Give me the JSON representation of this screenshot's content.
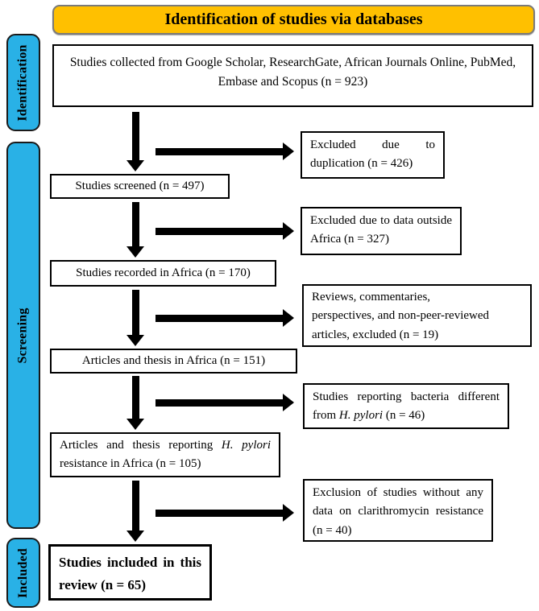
{
  "colors": {
    "accent_blue": "#29b1e6",
    "accent_yellow": "#ffc000"
  },
  "header": {
    "title": "Identification of studies via databases"
  },
  "sidebar": [
    {
      "label": "Identification"
    },
    {
      "label": "Screening"
    },
    {
      "label": "Included"
    }
  ],
  "main": {
    "collected": "Studies collected from Google Scholar, ResearchGate, African Journals Online, PubMed, Embase and Scopus (n = 923)",
    "screened": "Studies screened (n = 497)",
    "recorded": "Studies recorded in Africa (n = 170)",
    "articles": "Articles and thesis in Africa (n = 151)",
    "reporting": {
      "pre": "Articles and thesis reporting ",
      "italic": "H. pylori",
      "post": " resistance in Africa (n = 105)"
    },
    "included": "Studies included in this review (n = 65)"
  },
  "excluded": {
    "duplication": "Excluded due to duplication (n = 426)",
    "outside_africa": "Excluded due to data outside Africa (n = 327)",
    "reviews_lines": {
      "0": "Reviews, commentaries,",
      "1": "perspectives, and non-peer-reviewed",
      "2": "articles, excluded (n = 19)"
    },
    "bacteria": {
      "pre": "Studies reporting bacteria different from ",
      "italic": "H. pylori",
      "post": " (n = 46)"
    },
    "clarithromycin": "Exclusion of studies without any data on clarithromycin resistance (n = 40)"
  }
}
